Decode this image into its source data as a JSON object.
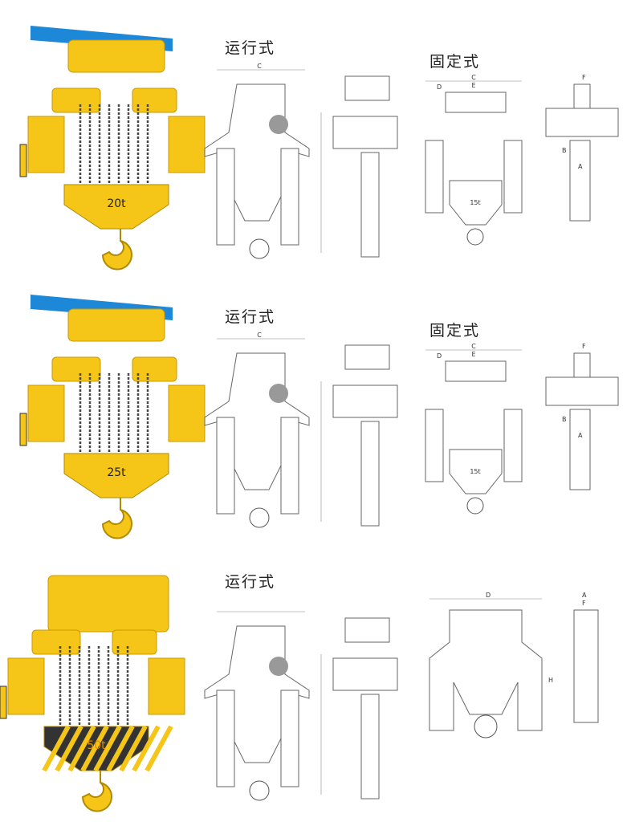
{
  "rows": [
    {
      "hoist": {
        "capacity": "20t",
        "has_beam": true,
        "striped_block": false
      },
      "running_title": "运行式",
      "fixed_title": "固定式",
      "fixed_capacity": "15t",
      "labels": {
        "c": "C",
        "e": "E",
        "d": "D",
        "f": "F",
        "b": "B",
        "a": "A"
      }
    },
    {
      "hoist": {
        "capacity": "25t",
        "has_beam": true,
        "striped_block": false
      },
      "running_title": "运行式",
      "fixed_title": "固定式",
      "fixed_capacity": "15t",
      "labels": {
        "c": "C",
        "e": "E",
        "d": "D",
        "f": "F",
        "b": "B",
        "a": "A"
      }
    },
    {
      "hoist": {
        "capacity": "50t",
        "has_beam": false,
        "striped_block": true
      },
      "running_title": "运行式",
      "labels": {
        "d": "D",
        "h": "H",
        "a": "A",
        "f": "F"
      }
    }
  ],
  "colors": {
    "beam": "#1e88d8",
    "body": "#f5c518",
    "chain": "#444444",
    "line": "#555555"
  }
}
